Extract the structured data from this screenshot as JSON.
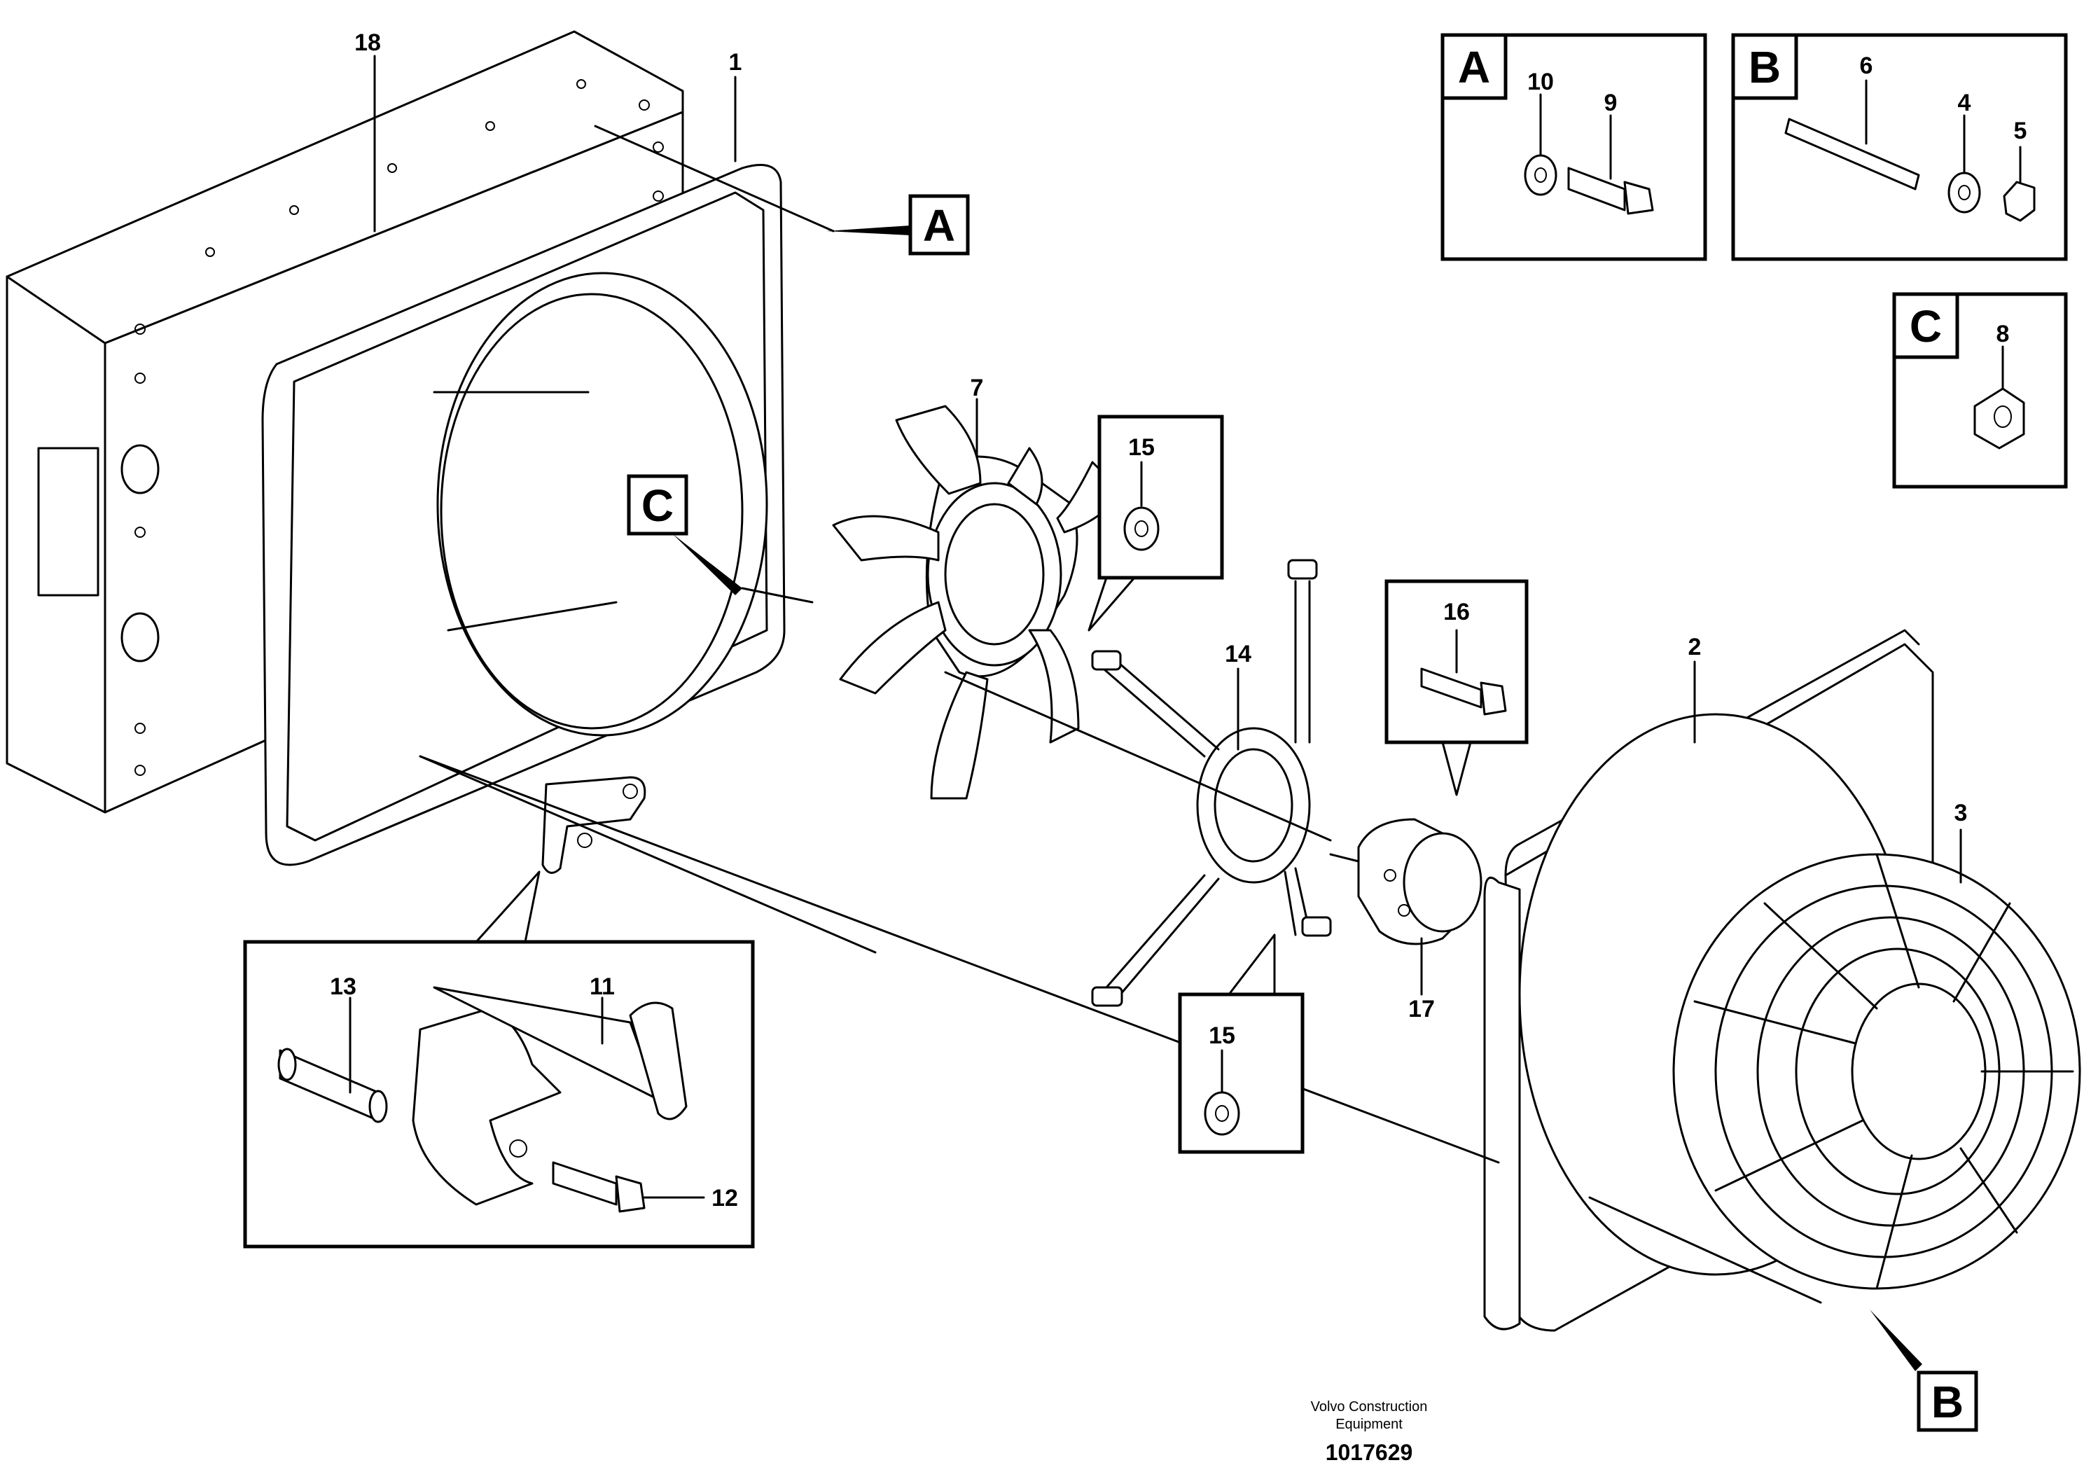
{
  "callouts": {
    "n1": "1",
    "n2": "2",
    "n3": "3",
    "n4": "4",
    "n5": "5",
    "n6": "6",
    "n7": "7",
    "n8": "8",
    "n9": "9",
    "n10": "10",
    "n11": "11",
    "n12": "12",
    "n13": "13",
    "n14": "14",
    "n15a": "15",
    "n15b": "15",
    "n16": "16",
    "n17": "17",
    "n18": "18"
  },
  "flags": {
    "a": "A",
    "b": "B",
    "c": "C"
  },
  "detail_boxes": {
    "a": "A",
    "b": "B",
    "c": "C"
  },
  "footer": {
    "line1": "Volvo Construction",
    "line2": "Equipment",
    "id": "1017629"
  }
}
